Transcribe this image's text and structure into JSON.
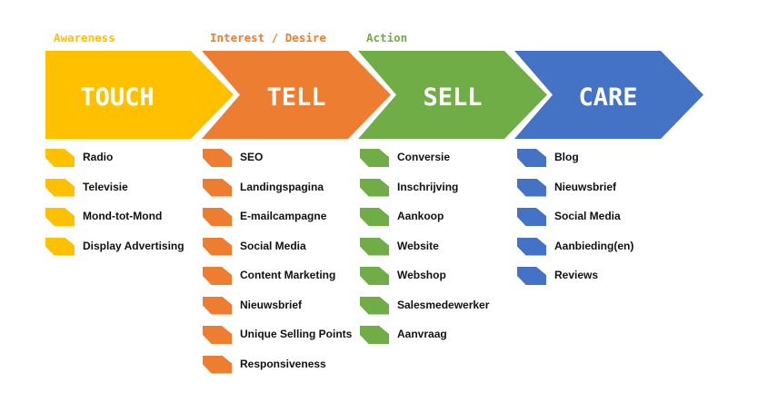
{
  "colors": {
    "touch": "#FFC000",
    "tell": "#ED7D31",
    "sell": "#70AD47",
    "care": "#4472C4"
  },
  "stages": [
    {
      "label": "Awareness",
      "title": "TOUCH",
      "items": [
        "Radio",
        "Televisie",
        "Mond-tot-Mond",
        "Display Advertising"
      ]
    },
    {
      "label": "Interest / Desire",
      "title": "TELL",
      "items": [
        "SEO",
        "Landingspagina",
        "E-mailcampagne",
        "Social Media",
        "Content Marketing",
        "Nieuwsbrief",
        "Unique Selling Points",
        "Responsiveness"
      ]
    },
    {
      "label": "Action",
      "title": "SELL",
      "items": [
        "Conversie",
        "Inschrijving",
        "Aankoop",
        "Website",
        "Webshop",
        "Salesmedewerker",
        "Aanvraag"
      ]
    },
    {
      "label": "",
      "title": "CARE",
      "items": [
        "Blog",
        "Nieuwsbrief",
        "Social Media",
        "Aanbieding(en)",
        "Reviews"
      ]
    }
  ]
}
